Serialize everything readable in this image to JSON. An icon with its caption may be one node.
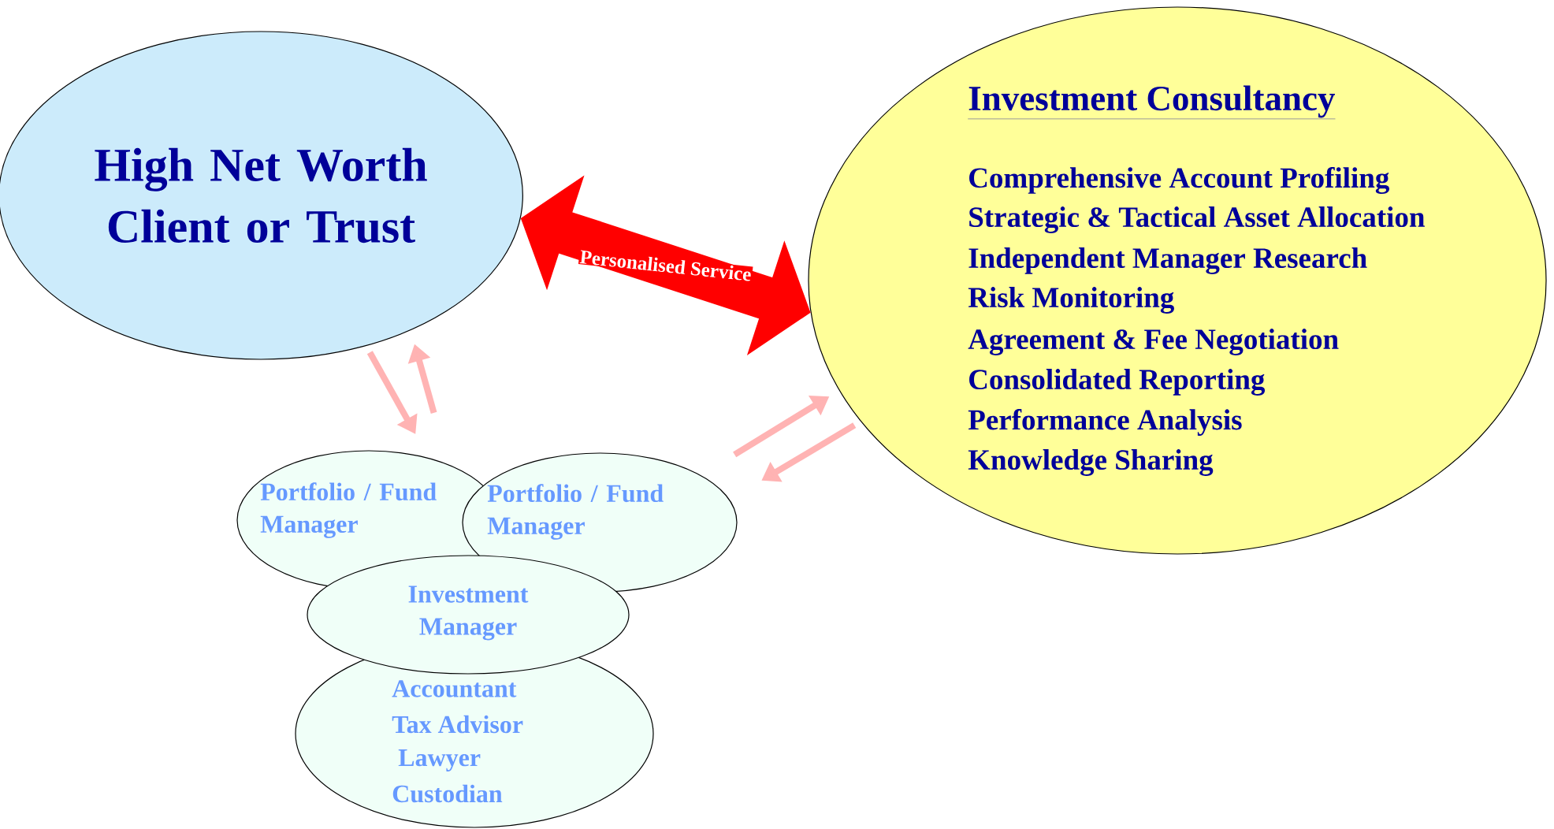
{
  "diagram": {
    "nodes": [
      {
        "text": [
          "High Net Worth Client or Trust"
        ]
      },
      {
        "text": [
          "Investment Consultancy",
          "Comprehensive Account Profiling",
          "Strategic & Tactical Asset Allocation",
          "Independent Manager Research",
          "Risk Monitoring",
          "Agreement & Fee Negotiation",
          "Consolidated Reporting",
          "Performance Analysis",
          "Knowledge Sharing"
        ]
      },
      {
        "text": [
          "Portfolio / Fund Manager"
        ]
      },
      {
        "text": [
          "Portfolio / Fund Manager"
        ]
      },
      {
        "text": [
          "Investment Manager"
        ]
      },
      {
        "text": [
          "Accountant",
          "Tax Advisor",
          "Lawyer",
          "Custodian"
        ]
      }
    ],
    "edges": [
      {
        "from": 0,
        "to": 1,
        "arrow": "both",
        "label": "Personalised Service",
        "style": "thick",
        "color": "#ff0000"
      },
      {
        "from": 0,
        "to": 2,
        "arrow": "to"
      },
      {
        "from": 2,
        "to": 0,
        "arrow": "to"
      },
      {
        "from": 3,
        "to": 1,
        "arrow": "to"
      },
      {
        "from": 1,
        "to": 3,
        "arrow": "to"
      }
    ]
  }
}
